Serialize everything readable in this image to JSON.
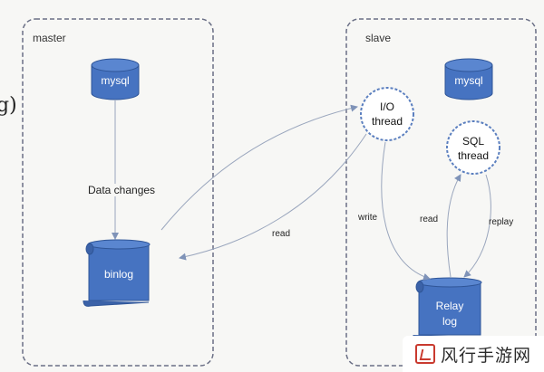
{
  "side_fragment": "g)",
  "master": {
    "title": "master",
    "db_label": "mysql",
    "data_changes_label": "Data changes",
    "binlog_label": "binlog"
  },
  "slave": {
    "title": "slave",
    "db_label": "mysql",
    "io_thread_label": "I/O\nthread",
    "sql_thread_label": "SQL\nthread",
    "relay_log_label": "Relay\nlog"
  },
  "edges": {
    "read_binlog": "read",
    "write": "write",
    "read_relay": "read",
    "replay": "replay"
  },
  "watermark": {
    "text": "风行手游网"
  },
  "colors": {
    "node_fill": "#4673c1",
    "node_stroke": "#2f5597",
    "thread_border": "#5b7fbf",
    "panel_border": "#6a6f85",
    "arrow": "#7f93b8"
  }
}
